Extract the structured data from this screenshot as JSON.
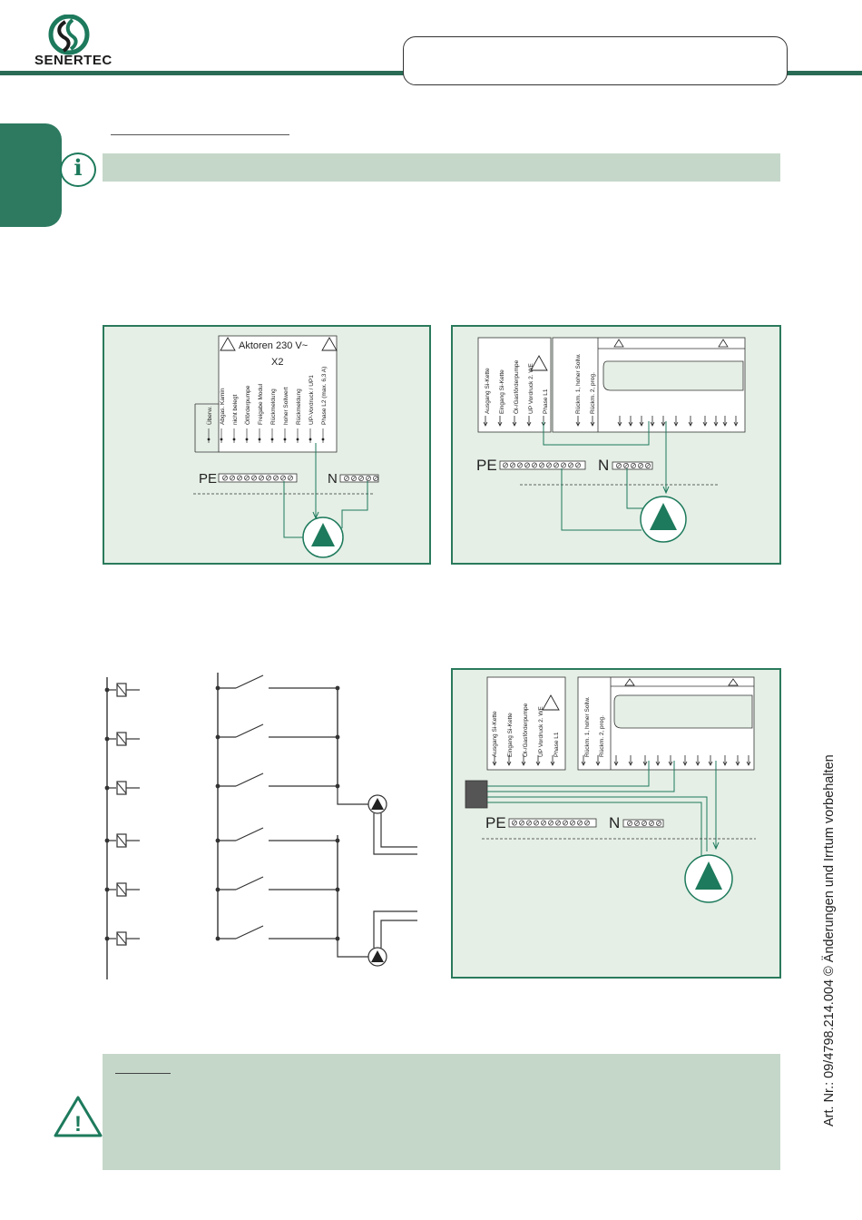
{
  "brand": {
    "name": "SENERTEC"
  },
  "sidebar_note": "Art. Nr.: 09/4798.214.004 © Änderungen und Irrtum vorbehalten",
  "diagram1": {
    "header": "Aktoren  230 V~",
    "connector": "X2",
    "pe_label": "PE",
    "n_label": "N",
    "terminals": [
      "Überw.",
      "Abgas. Kamin",
      "nicht belegt",
      "Ölförderpumpe",
      "Freigabe Modul",
      "Rückmeldung",
      "hoher Sollwert",
      "Rückmeldung",
      "UP-Vordruck / UP1",
      "Phase L2 (max. 6,3 A)"
    ]
  },
  "diagram2": {
    "pe_label": "PE",
    "n_label": "N",
    "left_terminals": [
      "Ausgang Si-Kette",
      "Eingang Si-Kette",
      "Öl-/Gasförderpumpe",
      "UP Vordruck 2. WE",
      "Phase L1"
    ],
    "right_terminals": [
      "Rückm. 1, hoher Sollw.",
      "Rückm. 2, prog."
    ]
  },
  "diagram3": {
    "pe_label": "PE",
    "n_label": "N",
    "left_terminals": [
      "Ausgang Si-Kette",
      "Eingang Si-Kette",
      "Öl-/Gasförderpumpe",
      "UP Vordruck 2. WE",
      "Phase L1"
    ],
    "right_terminals": [
      "Rückm. 1, hoher Sollw.",
      "Rückm. 2, prog."
    ]
  },
  "icons": {
    "info": "i",
    "warning": "!"
  }
}
